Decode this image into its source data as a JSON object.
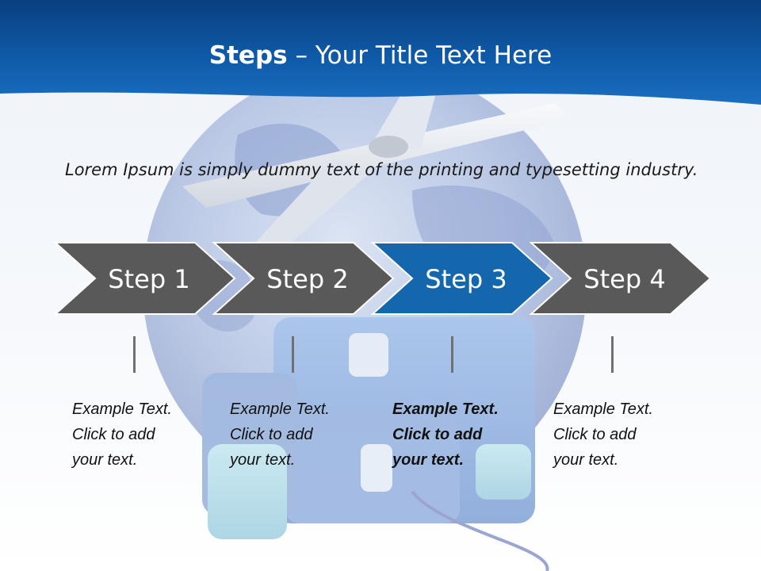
{
  "slide": {
    "title_bold": "Steps",
    "title_rest": " – Your Title Text Here",
    "intro": "Lorem Ipsum is simply dummy text of the printing and typesetting industry.",
    "colors": {
      "header": "#0f5aa8",
      "step": "#595959",
      "active_step": "#1466ad"
    },
    "steps": [
      {
        "label": "Step 1",
        "active": false,
        "caption": [
          "Example Text.",
          "Click  to add",
          "your text."
        ]
      },
      {
        "label": "Step 2",
        "active": false,
        "caption": [
          "Example Text.",
          "Click  to add",
          "your text."
        ]
      },
      {
        "label": "Step 3",
        "active": true,
        "caption": [
          "Example Text.",
          "Click  to add",
          "your text."
        ]
      },
      {
        "label": "Step 4",
        "active": false,
        "caption": [
          "Example Text.",
          "Click  to add",
          "your text."
        ]
      }
    ]
  }
}
